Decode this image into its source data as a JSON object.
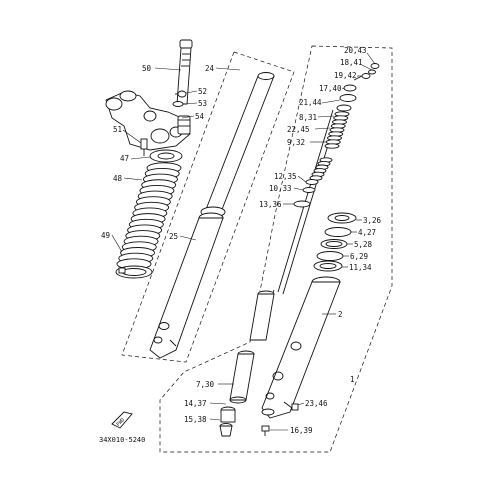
{
  "diagram": {
    "labels": [
      {
        "id": "p50",
        "text": "50"
      },
      {
        "id": "p24",
        "text": "24"
      },
      {
        "id": "p52",
        "text": "52"
      },
      {
        "id": "p53",
        "text": "53"
      },
      {
        "id": "p54",
        "text": "54"
      },
      {
        "id": "p51",
        "text": "51"
      },
      {
        "id": "p47",
        "text": "47"
      },
      {
        "id": "p48",
        "text": "48"
      },
      {
        "id": "p49",
        "text": "49"
      },
      {
        "id": "p25",
        "text": "25"
      },
      {
        "id": "p20_43",
        "text": "20,43"
      },
      {
        "id": "p18_41",
        "text": "18,41"
      },
      {
        "id": "p19_42",
        "text": "19,42"
      },
      {
        "id": "p17_40",
        "text": "17,40"
      },
      {
        "id": "p21_44",
        "text": "21,44"
      },
      {
        "id": "p8_31",
        "text": "8,31"
      },
      {
        "id": "p22_45",
        "text": "22,45"
      },
      {
        "id": "p9_32",
        "text": "9,32"
      },
      {
        "id": "p12_35",
        "text": "12,35"
      },
      {
        "id": "p10_33",
        "text": "10,33"
      },
      {
        "id": "p13_36",
        "text": "13,36"
      },
      {
        "id": "p3_26",
        "text": "3,26"
      },
      {
        "id": "p4_27",
        "text": "4,27"
      },
      {
        "id": "p5_28",
        "text": "5,28"
      },
      {
        "id": "p6_29",
        "text": "6,29"
      },
      {
        "id": "p11_34",
        "text": "11,34"
      },
      {
        "id": "p2",
        "text": "2"
      },
      {
        "id": "p1",
        "text": "1"
      },
      {
        "id": "p7_30",
        "text": "7,30"
      },
      {
        "id": "p14_37",
        "text": "14,37"
      },
      {
        "id": "p23_46",
        "text": "23,46"
      },
      {
        "id": "p15_38",
        "text": "15,38"
      },
      {
        "id": "p16_39",
        "text": "16,39"
      }
    ],
    "fwd_badge": "FWD",
    "drawing_code": "34X010-5240"
  }
}
